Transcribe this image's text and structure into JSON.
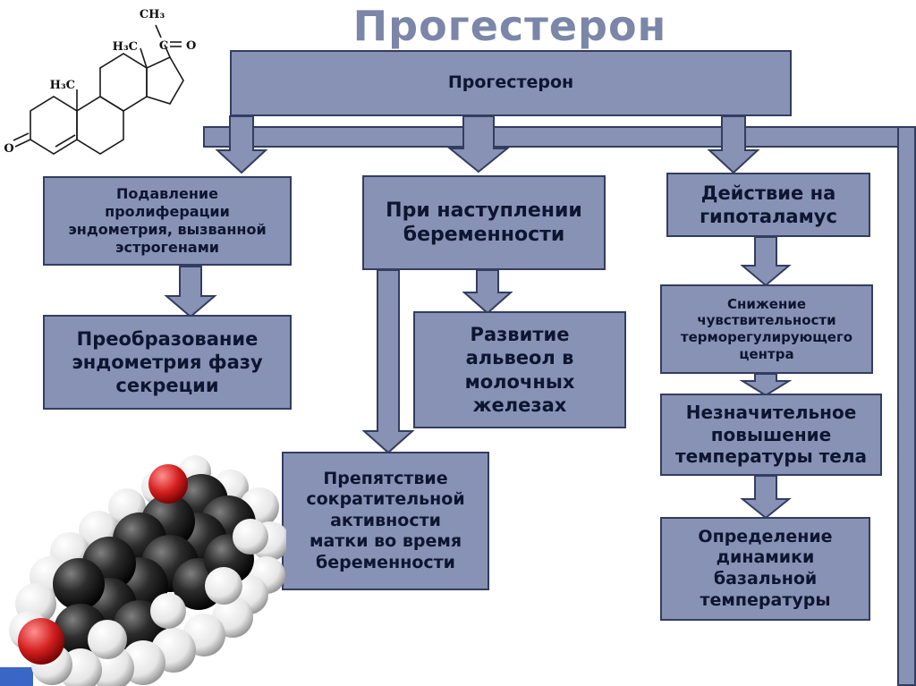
{
  "slide": {
    "title": "Прогестерон",
    "root": "Прогестерон"
  },
  "left_branch": {
    "box1": "Подавление\nпролиферации\nэндометрия, вызванной\nэстрогенами",
    "box2": "Преобразование\nэндометрия фазу\nсекреции"
  },
  "middle_branch": {
    "box1": "При наступлении\nбеременности",
    "box2": "Развитие\nальвеол в\nмолочных\nжелезах",
    "box3": "Препятствие\nсократительной\nактивности\nматки во время\nбеременности"
  },
  "right_branch": {
    "box1": "Действие на\nгипоталамус",
    "box2": "Снижение\nчувствительности\nтерморегулирующего\nцентра",
    "box3": "Незначительное\nповышение\nтемпературы тела",
    "box4": "Определение\nдинамики\nбазальной\nтемпературы"
  },
  "formula": {
    "top_methyl": "CH₃",
    "acetyl_carbon": "C",
    "acetyl_oxygen": "O",
    "c13_methyl": "H₃C",
    "c10_methyl": "H₃C",
    "ketone_oxygen": "O"
  },
  "colors": {
    "box_fill": "#8892b5",
    "box_border": "#323d60",
    "title_color": "#7b86a8",
    "text_color": "#0e1530",
    "corner_accent": "#3a67c6",
    "oxygen_red": "#d42020",
    "carbon_black": "#111111",
    "hydrogen_white": "#f2f2f2"
  }
}
